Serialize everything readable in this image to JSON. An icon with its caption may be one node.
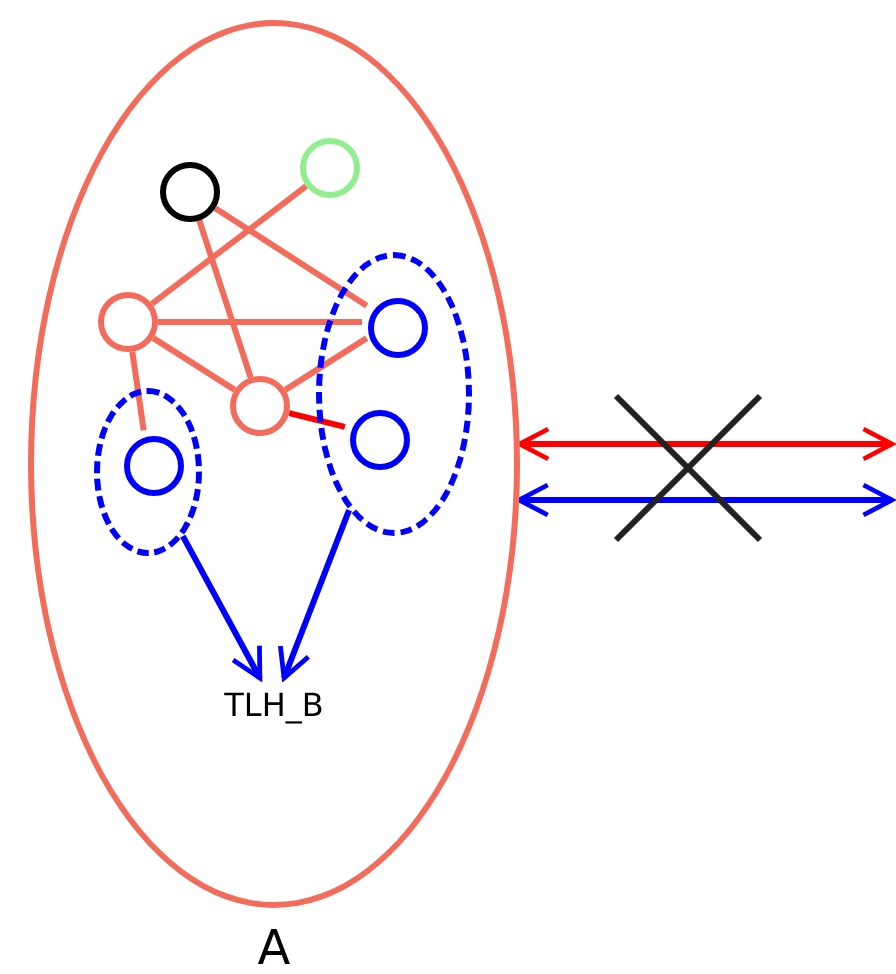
{
  "diagram": {
    "nodes": [
      {
        "text": [
          "A"
        ]
      },
      {
        "text": [],
        "shape": "circle",
        "in": 0
      },
      {
        "text": [],
        "shape": "circle",
        "in": 0
      },
      {
        "text": [],
        "shape": "circle",
        "in": 0
      },
      {
        "text": [],
        "shape": "ellipse",
        "in": 0
      },
      {
        "text": [],
        "shape": "circle",
        "in": 4
      },
      {
        "text": [],
        "shape": "circle",
        "in": 0
      },
      {
        "text": [],
        "shape": "circle",
        "in": 4
      },
      {
        "text": [],
        "shape": "ellipse",
        "in": 0
      },
      {
        "text": [],
        "shape": "circle",
        "in": 8
      },
      {
        "text": [
          "TLH_B"
        ],
        "in": 0
      }
    ],
    "edges": [
      {
        "from": 1,
        "to": 5,
        "arrow": "none"
      },
      {
        "from": 1,
        "to": 6,
        "arrow": "none"
      },
      {
        "from": 2,
        "to": 3,
        "arrow": "none"
      },
      {
        "from": 3,
        "to": 5,
        "arrow": "none"
      },
      {
        "from": 3,
        "to": 6,
        "arrow": "none"
      },
      {
        "from": 3,
        "to": 9,
        "arrow": "none"
      },
      {
        "from": 6,
        "to": 5,
        "arrow": "none"
      },
      {
        "from": 6,
        "to": 7,
        "arrow": "none",
        "color": "#ff0000"
      },
      {
        "from": 8,
        "to": 10,
        "arrow": "to",
        "color": "#0000ff"
      },
      {
        "from": 4,
        "to": 10,
        "arrow": "to",
        "color": "#0000ff"
      },
      {
        "from": 0,
        "to": null,
        "arrow": "both",
        "color": "#ff0000"
      },
      {
        "from": 0,
        "to": null,
        "arrow": "both",
        "color": "#0000ff"
      }
    ]
  }
}
